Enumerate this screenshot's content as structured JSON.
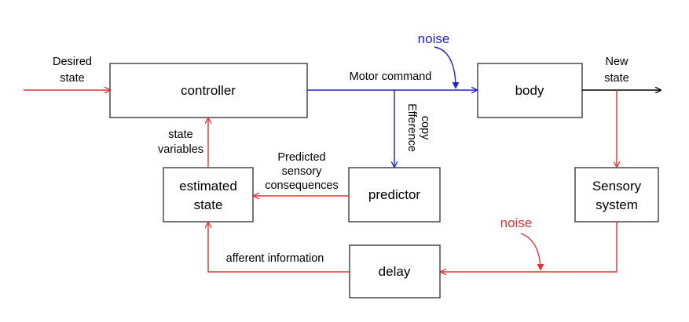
{
  "boxes": {
    "controller": {
      "label": "controller"
    },
    "body": {
      "label": "body"
    },
    "predictor": {
      "label": "predictor"
    },
    "estimated_state": {
      "lines": [
        "estimated",
        "state"
      ]
    },
    "sensory_system": {
      "lines": [
        "Sensory",
        "system"
      ]
    },
    "delay": {
      "label": "delay"
    }
  },
  "edge_labels": {
    "desired_state": [
      "Desired",
      "state"
    ],
    "motor_command": "Motor command",
    "new_state": [
      "New",
      "state"
    ],
    "efference_copy": [
      "Efference",
      "copy"
    ],
    "state_variables": [
      "state",
      "variables"
    ],
    "predicted_consequences": [
      "Predicted",
      "sensory",
      "consequences"
    ],
    "afferent_information": "afferent information"
  },
  "noise": {
    "top": {
      "label": "noise",
      "color": "#1f1fdc"
    },
    "bottom": {
      "label": "noise",
      "color": "#e8312f"
    }
  },
  "colors": {
    "red": "#e8312f",
    "blue": "#1f1fdc",
    "black": "#000000"
  }
}
